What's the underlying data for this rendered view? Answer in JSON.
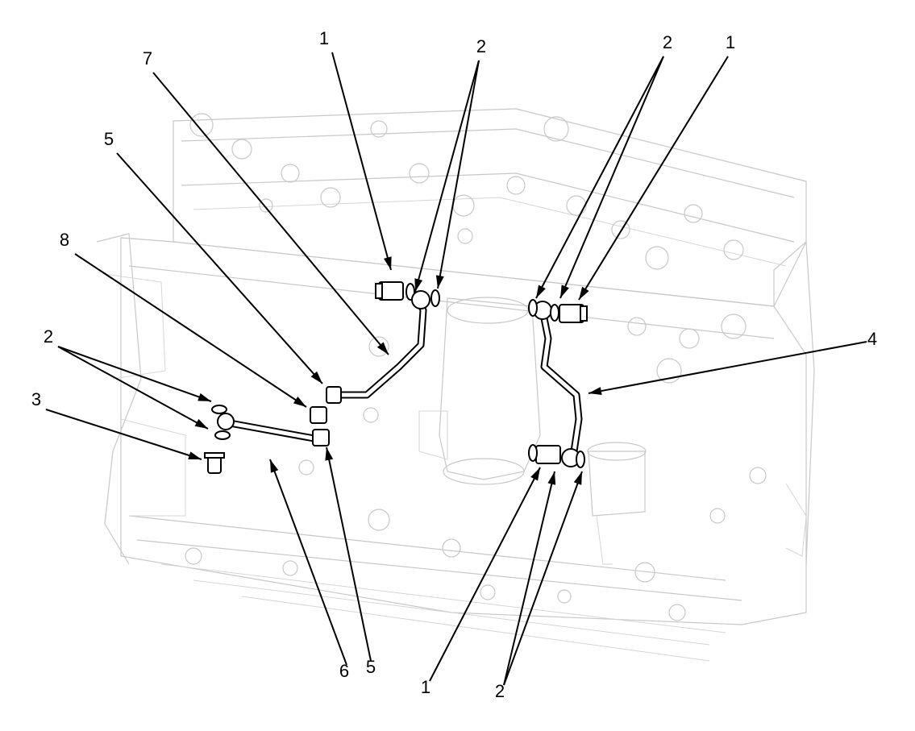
{
  "diagram": {
    "callouts": [
      {
        "id": "c1a",
        "label": "1"
      },
      {
        "id": "c2a",
        "label": "2"
      },
      {
        "id": "c2b",
        "label": "2"
      },
      {
        "id": "c1b",
        "label": "1"
      },
      {
        "id": "c7",
        "label": "7"
      },
      {
        "id": "c5a",
        "label": "5"
      },
      {
        "id": "c8",
        "label": "8"
      },
      {
        "id": "c4",
        "label": "4"
      },
      {
        "id": "c2c",
        "label": "2"
      },
      {
        "id": "c3",
        "label": "3"
      },
      {
        "id": "c6",
        "label": "6"
      },
      {
        "id": "c5b",
        "label": "5"
      },
      {
        "id": "c1c",
        "label": "1"
      },
      {
        "id": "c2d",
        "label": "2"
      }
    ],
    "colors": {
      "line": "#000000",
      "ghost": "#c8c8c8",
      "background": "#ffffff"
    }
  }
}
